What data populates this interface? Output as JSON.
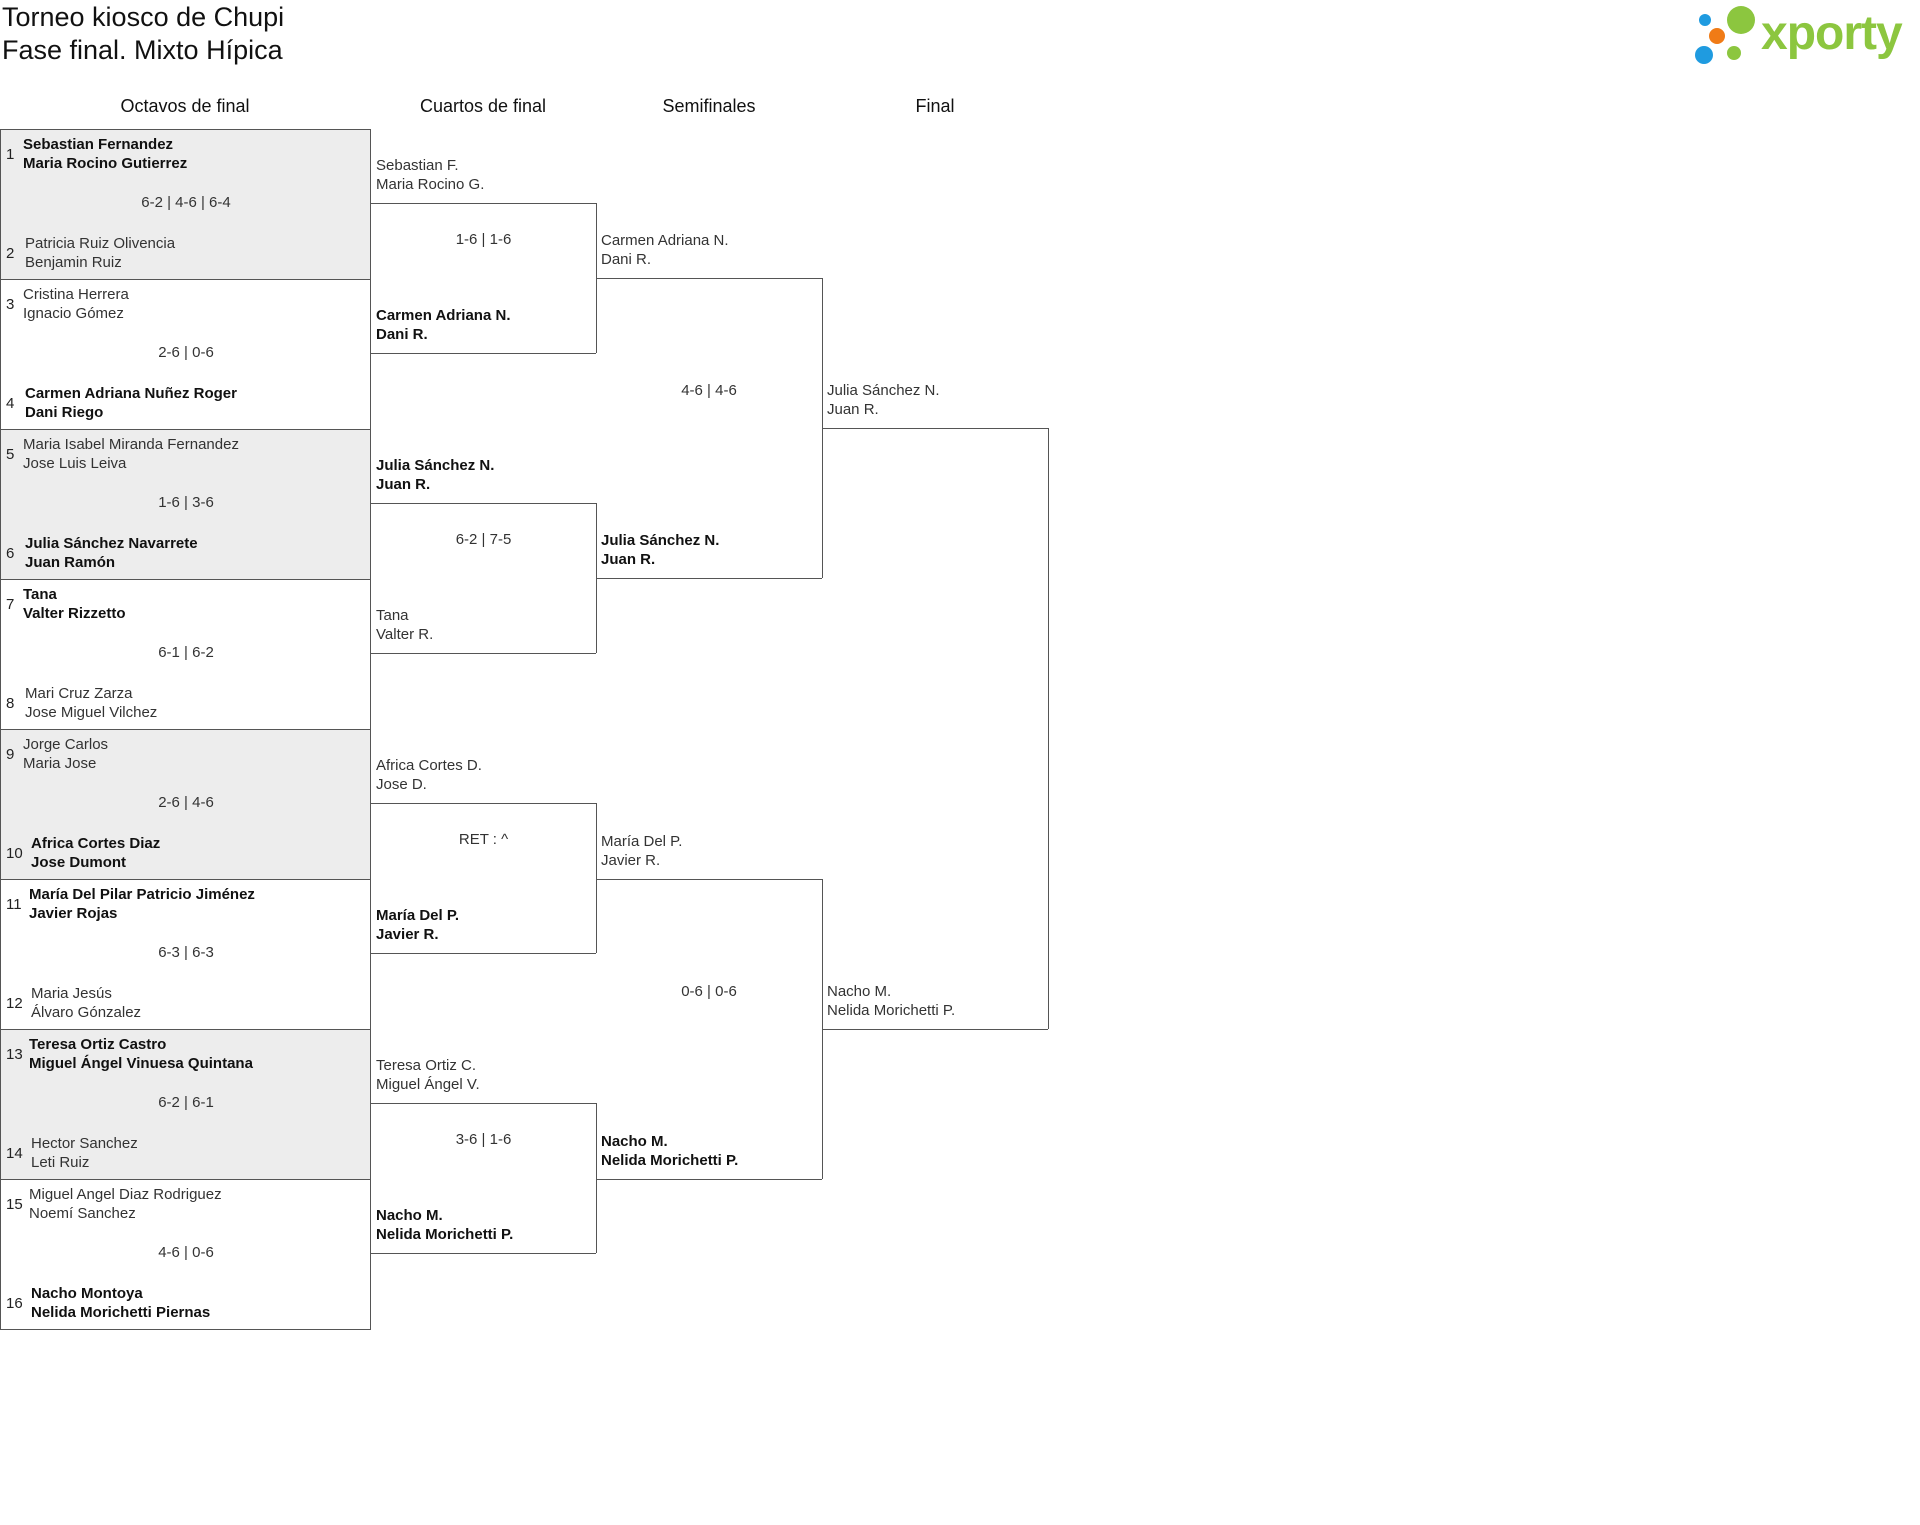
{
  "header": {
    "title": "Torneo kiosco de Chupi",
    "subtitle": "Fase final. Mixto Hípica",
    "logo_text": "xporty",
    "logo_colors": [
      "#8cc63f",
      "#f07b16",
      "#1f9be0"
    ]
  },
  "rounds": [
    "Octavos de final",
    "Cuartos de final",
    "Semifinales",
    "Final"
  ],
  "r16": [
    {
      "s1": "1",
      "p1a": "Sebastian Fernandez",
      "p1b": "Maria Rocino Gutierrez",
      "score": "6-2 | 4-6 | 6-4",
      "s2": "2",
      "p2a": "Patricia Ruiz Olivencia",
      "p2b": "Benjamin Ruiz"
    },
    {
      "s1": "3",
      "p1a": "Cristina Herrera",
      "p1b": "Ignacio Gómez",
      "score": "2-6 | 0-6",
      "s2": "4",
      "p2a": "Carmen Adriana Nuñez Roger",
      "p2b": "Dani Riego"
    },
    {
      "s1": "5",
      "p1a": "Maria Isabel Miranda Fernandez",
      "p1b": "Jose Luis Leiva",
      "score": "1-6 | 3-6",
      "s2": "6",
      "p2a": "Julia Sánchez Navarrete",
      "p2b": "Juan Ramón"
    },
    {
      "s1": "7",
      "p1a": "Tana",
      "p1b": "Valter Rizzetto",
      "score": "6-1 | 6-2",
      "s2": "8",
      "p2a": "Mari Cruz Zarza",
      "p2b": "Jose Miguel Vilchez"
    },
    {
      "s1": "9",
      "p1a": "Jorge Carlos",
      "p1b": "Maria Jose",
      "score": "2-6 | 4-6",
      "s2": "10",
      "p2a": "Africa Cortes Diaz",
      "p2b": "Jose Dumont"
    },
    {
      "s1": "11",
      "p1a": "María Del Pilar Patricio Jiménez",
      "p1b": "Javier Rojas",
      "score": "6-3 | 6-3",
      "s2": "12",
      "p2a": "Maria Jesús",
      "p2b": "Álvaro Gónzalez"
    },
    {
      "s1": "13",
      "p1a": "Teresa Ortiz Castro",
      "p1b": "Miguel Ángel Vinuesa Quintana",
      "score": "6-2 | 6-1",
      "s2": "14",
      "p2a": "Hector Sanchez",
      "p2b": "Leti Ruiz"
    },
    {
      "s1": "15",
      "p1a": "Miguel Angel Diaz Rodriguez",
      "p1b": "Noemí Sanchez",
      "score": "4-6 | 0-6",
      "s2": "16",
      "p2a": "Nacho Montoya",
      "p2b": "Nelida Morichetti Piernas"
    }
  ],
  "qf": [
    {
      "p1a": "Sebastian F.",
      "p1b": "Maria Rocino G.",
      "score": "1-6 | 1-6",
      "p2a": "Carmen Adriana N.",
      "p2b": "Dani R."
    },
    {
      "p1a": "Julia Sánchez N.",
      "p1b": "Juan R.",
      "score": "6-2 | 7-5",
      "p2a": "Tana",
      "p2b": "Valter R."
    },
    {
      "p1a": "Africa Cortes D.",
      "p1b": "Jose D.",
      "score": "RET : ^",
      "p2a": "María Del P.",
      "p2b": "Javier R."
    },
    {
      "p1a": "Teresa Ortiz C.",
      "p1b": "Miguel Ángel V.",
      "score": "3-6 | 1-6",
      "p2a": "Nacho M.",
      "p2b": "Nelida Morichetti P."
    }
  ],
  "sf": [
    {
      "p1a": "Carmen Adriana N.",
      "p1b": "Dani R.",
      "score": "4-6 | 4-6",
      "p2a": "Julia Sánchez N.",
      "p2b": "Juan R."
    },
    {
      "p1a": "María Del P.",
      "p1b": "Javier R.",
      "score": "0-6 | 0-6",
      "p2a": "Nacho M.",
      "p2b": "Nelida Morichetti P."
    }
  ],
  "final": {
    "p1a": "Julia Sánchez N.",
    "p1b": "Juan R.",
    "p2a": "Nacho M.",
    "p2b": "Nelida Morichetti P."
  }
}
